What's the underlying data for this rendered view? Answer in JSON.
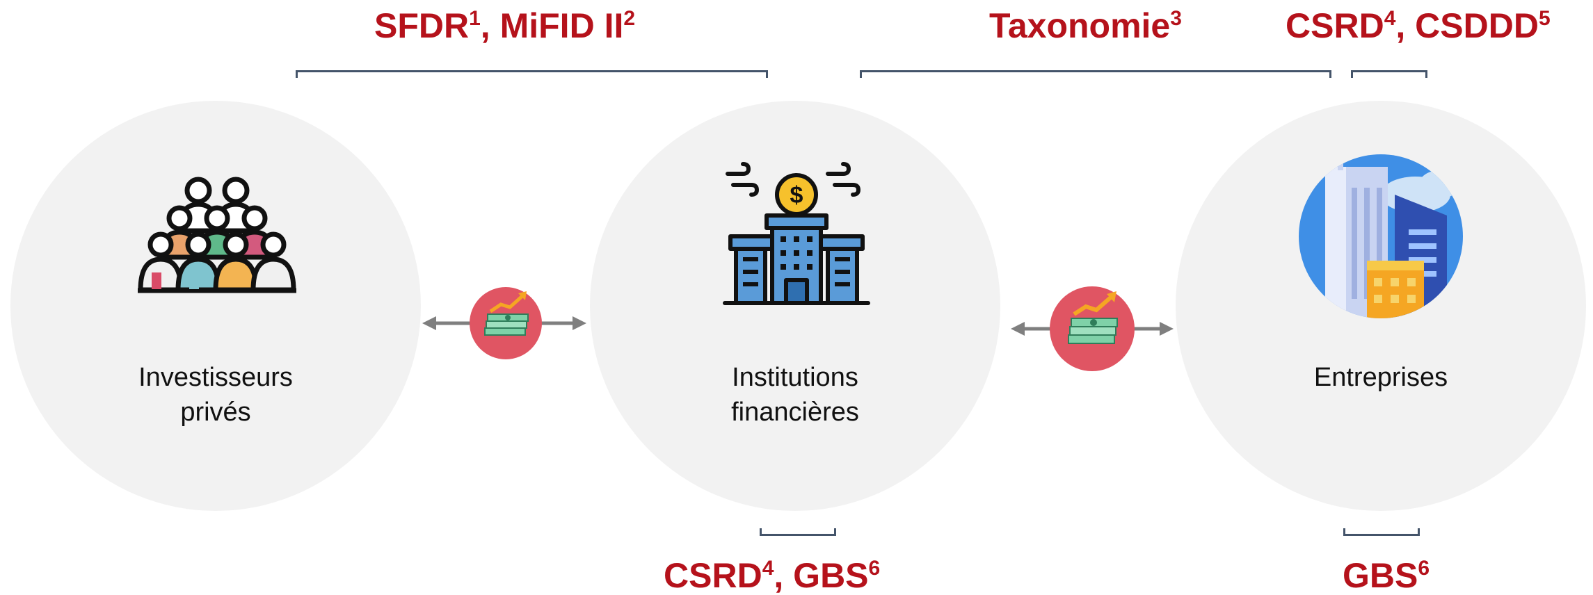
{
  "regulations": {
    "sfdr_mifid": {
      "a": "SFDR",
      "a_sup": "1",
      "sep": ", ",
      "b": "MiFID II",
      "b_sup": "2"
    },
    "taxonomie": {
      "a": "Taxonomie",
      "a_sup": "3"
    },
    "csrd_csddd": {
      "a": "CSRD",
      "a_sup": "4",
      "sep": ", ",
      "b": "CSDDD",
      "b_sup": "5"
    },
    "csrd_gbs": {
      "a": "CSRD",
      "a_sup": "4",
      "sep": ", ",
      "b": "GBS",
      "b_sup": "6"
    },
    "gbs": {
      "a": "GBS",
      "a_sup": "6"
    }
  },
  "nodes": {
    "investors": {
      "line1": "Investisseurs",
      "line2": "privés",
      "icon": "people-crowd-icon"
    },
    "institutions": {
      "line1": "Institutions",
      "line2": "financières",
      "icon": "bank-building-icon"
    },
    "companies": {
      "line1": "Entreprises",
      "icon": "city-buildings-icon"
    }
  },
  "colors": {
    "regulation_text": "#b5121b",
    "bracket": "#44546a",
    "circle_fill": "#f2f2f2",
    "arrow": "#7f7f7f",
    "money_badge": "#e05563"
  }
}
